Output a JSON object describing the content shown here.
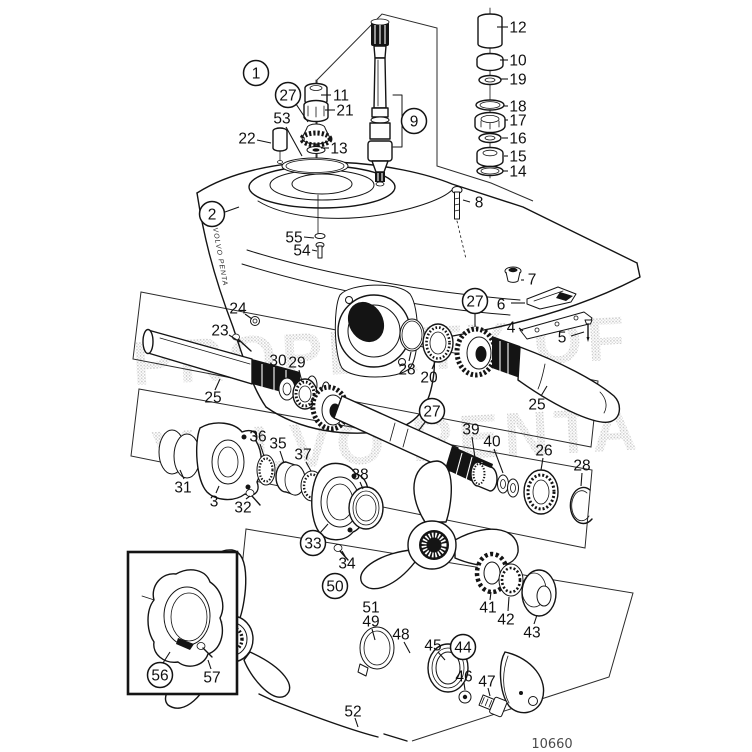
{
  "figure": {
    "drawing_number": "10660",
    "watermark_line1": "PROPERTY OF",
    "watermark_line2": "VOLVO PENTA",
    "housing_engraving": "VOLVO PENTA",
    "ink_color": "#141414",
    "watermark_color": "#c4c4c4",
    "background_color": "#ffffff"
  },
  "labels": [
    {
      "text": "1",
      "circled": true
    },
    {
      "text": "27",
      "circled": true
    },
    {
      "text": "11",
      "circled": false
    },
    {
      "text": "21",
      "circled": false
    },
    {
      "text": "13",
      "circled": false
    },
    {
      "text": "53",
      "circled": false
    },
    {
      "text": "22",
      "circled": false
    },
    {
      "text": "9",
      "circled": true
    },
    {
      "text": "12",
      "circled": false
    },
    {
      "text": "10",
      "circled": false
    },
    {
      "text": "19",
      "circled": false
    },
    {
      "text": "18",
      "circled": false
    },
    {
      "text": "17",
      "circled": false
    },
    {
      "text": "16",
      "circled": false
    },
    {
      "text": "15",
      "circled": false
    },
    {
      "text": "14",
      "circled": false
    },
    {
      "text": "2",
      "circled": true
    },
    {
      "text": "8",
      "circled": false
    },
    {
      "text": "55",
      "circled": false
    },
    {
      "text": "54",
      "circled": false
    },
    {
      "text": "7",
      "circled": false
    },
    {
      "text": "6",
      "circled": false
    },
    {
      "text": "4",
      "circled": false
    },
    {
      "text": "5",
      "circled": false
    },
    {
      "text": "24",
      "circled": false
    },
    {
      "text": "23",
      "circled": false
    },
    {
      "text": "30",
      "circled": false
    },
    {
      "text": "29",
      "circled": false
    },
    {
      "text": "25",
      "circled": false
    },
    {
      "text": "28",
      "circled": false
    },
    {
      "text": "20",
      "circled": false
    },
    {
      "text": "27",
      "circled": true
    },
    {
      "text": "25",
      "circled": false
    },
    {
      "text": "26",
      "circled": false
    },
    {
      "text": "28",
      "circled": false
    },
    {
      "text": "27",
      "circled": true
    },
    {
      "text": "39",
      "circled": false
    },
    {
      "text": "40",
      "circled": false
    },
    {
      "text": "31",
      "circled": false
    },
    {
      "text": "3",
      "circled": false
    },
    {
      "text": "32",
      "circled": false
    },
    {
      "text": "36",
      "circled": false
    },
    {
      "text": "35",
      "circled": false
    },
    {
      "text": "37",
      "circled": false
    },
    {
      "text": "38",
      "circled": false
    },
    {
      "text": "33",
      "circled": true
    },
    {
      "text": "34",
      "circled": false
    },
    {
      "text": "50",
      "circled": true
    },
    {
      "text": "51",
      "circled": false
    },
    {
      "text": "49",
      "circled": false
    },
    {
      "text": "48",
      "circled": false
    },
    {
      "text": "45",
      "circled": false
    },
    {
      "text": "44",
      "circled": true
    },
    {
      "text": "46",
      "circled": false
    },
    {
      "text": "47",
      "circled": false
    },
    {
      "text": "41",
      "circled": false
    },
    {
      "text": "42",
      "circled": false
    },
    {
      "text": "43",
      "circled": false
    },
    {
      "text": "52",
      "circled": false
    },
    {
      "text": "56",
      "circled": true
    },
    {
      "text": "57",
      "circled": false
    }
  ]
}
